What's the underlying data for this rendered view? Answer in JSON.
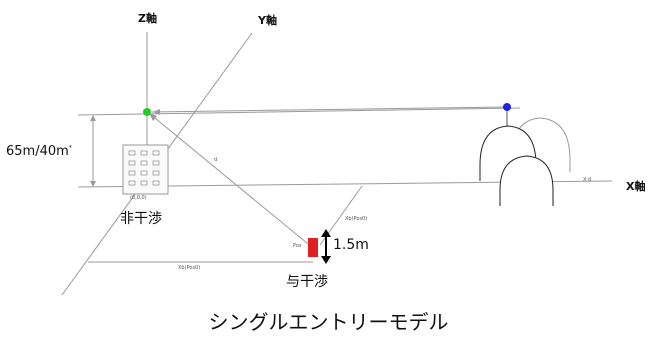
{
  "axes": {
    "z": "Z軸",
    "y": "Y軸",
    "x": "X軸",
    "x_small": "X d"
  },
  "labels": {
    "height": "65m/40m",
    "height_sup": "*",
    "building_origin": "(0,0,0)",
    "no_interference": "非干渉",
    "interference": "与干渉",
    "person_height": "1.5m",
    "distance": "d",
    "person_pos": "Xb(Pos0)",
    "ground_pos": "Xb(Pos0)",
    "person_tag": "Pos"
  },
  "caption": "シングルエントリーモデル",
  "colors": {
    "green_marker": "#22cc22",
    "blue_marker": "#2222dd",
    "red_person": "#e02020",
    "lines": "#9a9a9a"
  }
}
